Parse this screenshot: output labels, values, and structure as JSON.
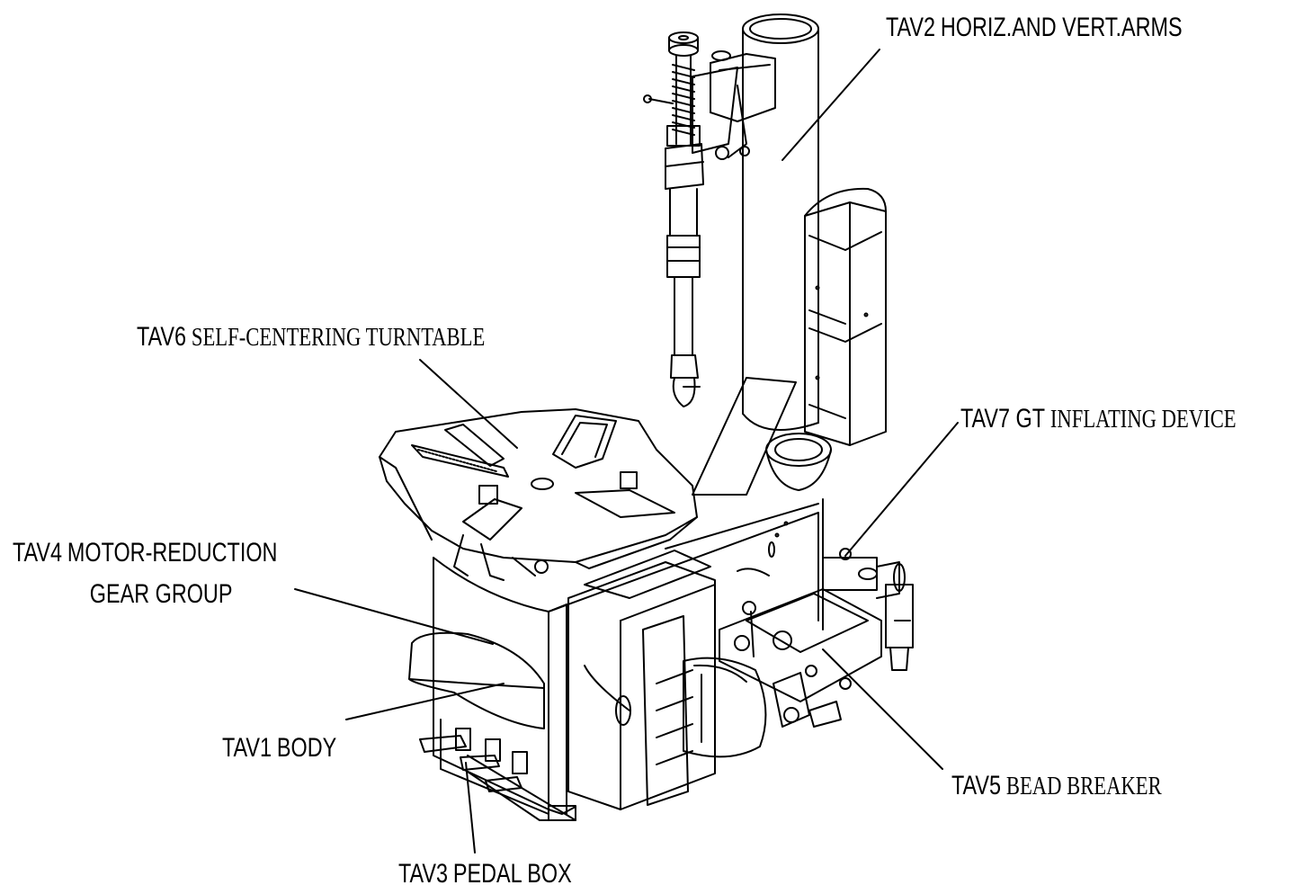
{
  "labels": {
    "tav2": {
      "code": "TAV2",
      "desc": "HORIZ.AND VERT.ARMS"
    },
    "tav6": {
      "code": "TAV6",
      "desc": "SELF-CENTERING TURNTABLE"
    },
    "tav7": {
      "code": "TAV7 GT",
      "desc": "INFLATING DEVICE"
    },
    "tav4": {
      "code": "TAV4",
      "desc_line1": "MOTOR-REDUCTION",
      "desc_line2": "GEAR GROUP"
    },
    "tav1": {
      "code": "TAV1",
      "desc": "BODY"
    },
    "tav5": {
      "code": "TAV5",
      "desc": "BEAD BREAKER"
    },
    "tav3": {
      "code": "TAV3",
      "desc": "PEDAL BOX"
    }
  },
  "colors": {
    "line": "#000000",
    "background": "#ffffff"
  }
}
